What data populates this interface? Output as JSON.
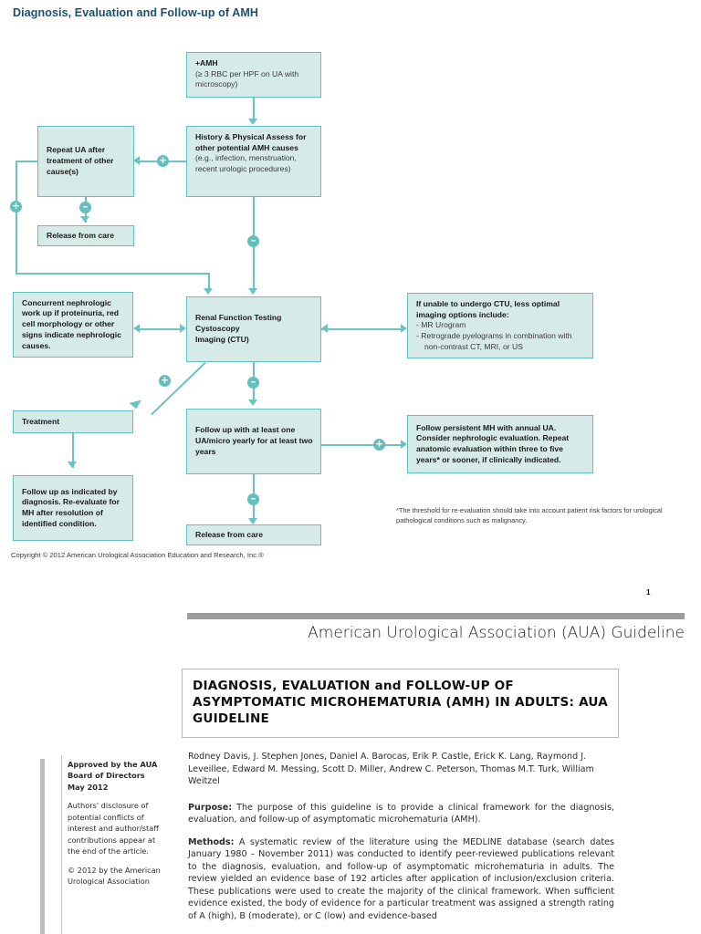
{
  "flowchart": {
    "title": "Diagnosis, Evaluation and Follow-up of AMH",
    "copyright": "Copyright © 2012 American Urological Association Education and Research, Inc.®",
    "footnote": "*The threshold for re-evaluation should take into account patient risk factors for urological pathological conditions such as malignancy.",
    "page_number": "1",
    "accent_color": "#63bfbd",
    "box_fill": "#d6eae8",
    "title_color": "#1b4f72",
    "nodes": {
      "amh": {
        "heading": "+AMH",
        "detail": "(≥ 3 RBC per HPF on UA with microscopy)"
      },
      "history": {
        "heading": "History & Physical Assess for other potential AMH causes",
        "detail": "(e.g., infection, menstruation, recent urologic procedures)"
      },
      "repeat_ua": {
        "heading": "Repeat UA after treatment of other cause(s)"
      },
      "release_top": {
        "heading": "Release from care"
      },
      "nephrologic": {
        "heading": "Concurrent nephrologic work up if proteinuria, red cell morphology or other signs indicate nephrologic causes."
      },
      "renal_testing": {
        "line1": "Renal Function Testing",
        "line2": "Cystoscopy",
        "line3": "Imaging (CTU)"
      },
      "ctu_alt": {
        "heading": "If unable to undergo CTU, less optimal imaging options include:",
        "item1": "-  MR Urogram",
        "item2": "-  Retrograde pyelograms in combination    with non-contrast CT, MRI, or US"
      },
      "treatment": {
        "heading": "Treatment"
      },
      "followup_dx": {
        "heading": "Follow up as indicated by diagnosis. Re-evaluate for MH after resolution of identified condition."
      },
      "followup_ua": {
        "heading": "Follow up with at least one UA/micro yearly for at least two years"
      },
      "persistent_mh": {
        "heading": "Follow persistent MH with annual UA. Consider nephrologic evaluation. Repeat anatomic evaluation within three to five years* or sooner, if clinically indicated."
      },
      "release_bottom": {
        "heading": "Release from care"
      }
    },
    "badges": {
      "plus": "+",
      "minus": "–"
    }
  },
  "article": {
    "header": "American Urological Association (AUA) Guideline",
    "title": "DIAGNOSIS, EVALUATION and FOLLOW-UP OF ASYMPTOMATIC MICROHEMATURIA (AMH) IN ADULTS: AUA GUIDELINE",
    "authors": "Rodney Davis, J. Stephen Jones, Daniel A. Barocas, Erik P. Castle, Erick K. Lang, Raymond J. Leveillee, Edward M. Messing, Scott D. Miller, Andrew C. Peterson, Thomas M.T. Turk, William Weitzel",
    "purpose_label": "Purpose:",
    "purpose_text": " The purpose of this guideline is to provide a clinical framework for the diagnosis, evaluation, and follow-up of asymptomatic microhematuria (AMH).",
    "methods_label": "Methods:",
    "methods_text": "   A systematic review of the literature using the MEDLINE database (search dates January 1980 – November 2011) was conducted to identify peer-reviewed publications relevant to the diagnosis, evaluation, and follow-up of asymptomatic microhematuria in adults.  The review yielded an evidence base of 192 articles after application of inclusion/exclusion criteria.  These publications were used to create the majority of the clinical framework.  When sufficient evidence existed, the body of evidence for a particular treatment was assigned a strength rating of A (high), B (moderate), or C (low) and evidence-based",
    "sidebar": {
      "approved_line1": "Approved by the AUA",
      "approved_line2": "Board of Directors",
      "approved_line3": "May 2012",
      "disclosure": "Authors' disclosure of potential conflicts of interest and author/staff contributions appear at the end of the article.",
      "copyright": "© 2012 by the American Urological Association"
    }
  }
}
